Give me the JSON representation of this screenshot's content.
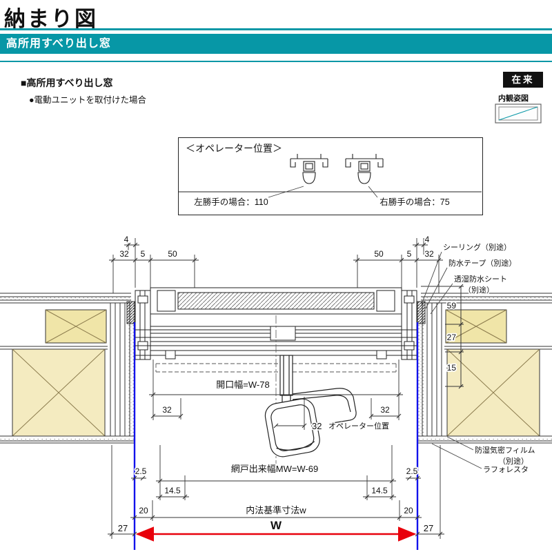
{
  "header": {
    "title": "納まり図",
    "banner": "高所用すべり出し窓"
  },
  "section": {
    "heading": "■高所用すべり出し窓",
    "bullet": "●電動ユニットを取付けた場合",
    "badge": "在来",
    "view_label": "内観姿図"
  },
  "operator_box": {
    "title": "＜オペレーター位置＞",
    "left_case": "左勝手の場合：110",
    "right_case": "右勝手の場合：75"
  },
  "callouts": {
    "sealing": "シーリング（別途）",
    "tape": "防水テープ（別途）",
    "sheet1": "透湿防水シート",
    "sheet2": "（別途）",
    "film1": "防湿気密フィルム",
    "film2": "（別途）",
    "laforesta": "ラフォレスタ"
  },
  "labels": {
    "opening": "開口幅=W-78",
    "operator_pos": "オペレーター位置",
    "screen": "網戸出来幅MW=W-69",
    "naiho": "内法基準寸法w",
    "w": "W"
  },
  "dims": {
    "t4l": "4",
    "t32l": "32",
    "t5l": "5",
    "t50l": "50",
    "t50r": "50",
    "t5r": "5",
    "t32r": "32",
    "t4r": "4",
    "v59": "59",
    "v27": "27",
    "v15": "15",
    "m32l": "32",
    "m32r": "32",
    "m32c": "32",
    "b25l": "2.5",
    "b25r": "2.5",
    "b145l": "14.5",
    "b145r": "14.5",
    "b20l": "20",
    "b20r": "20",
    "b27l": "27",
    "b27r": "27"
  },
  "colors": {
    "teal": "#0797A6",
    "wood": "#F0E5A8",
    "blue": "#1212EB",
    "red": "#E8000B"
  }
}
